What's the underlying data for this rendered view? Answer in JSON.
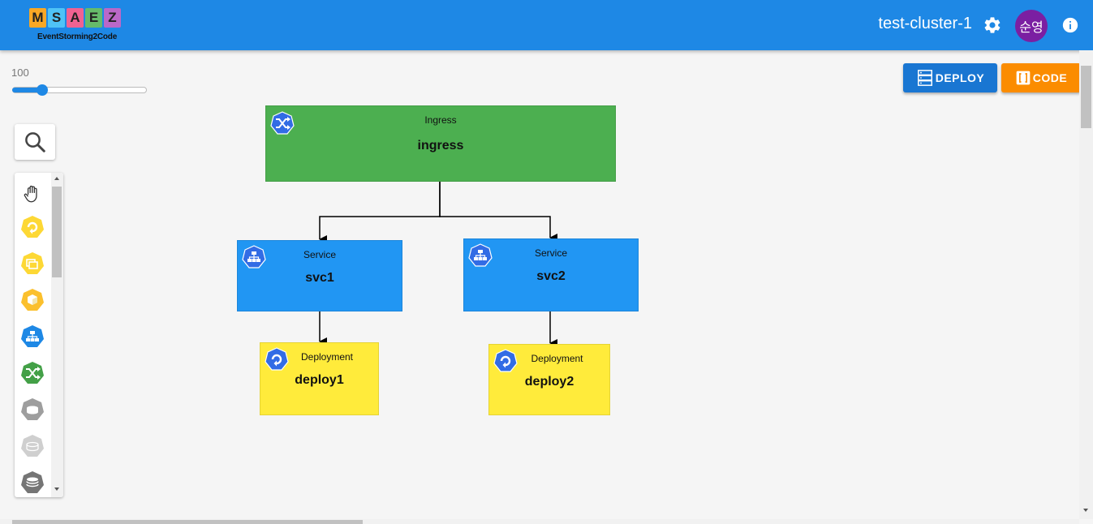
{
  "header": {
    "logo_letters": [
      "M",
      "S",
      "A",
      "E",
      "Z"
    ],
    "logo_colors": [
      "#f9a825",
      "#4fc3f7",
      "#f06292",
      "#66bb6a",
      "#ba68c8"
    ],
    "logo_subtitle": "EventStorming2Code",
    "cluster_name": "test-cluster-1",
    "avatar_text": "순영"
  },
  "zoom": {
    "label": "100",
    "value": 0.2
  },
  "toolbar": {
    "deploy_label": "DEPLOY",
    "code_label": "CODE"
  },
  "palette": {
    "items": [
      {
        "name": "hand-tool",
        "color": "#333333"
      },
      {
        "name": "deployment",
        "color": "#fdd835"
      },
      {
        "name": "replicaset",
        "color": "#fdd835"
      },
      {
        "name": "pod",
        "color": "#fbc02d"
      },
      {
        "name": "service",
        "color": "#1e88e5"
      },
      {
        "name": "ingress",
        "color": "#43a047"
      },
      {
        "name": "persistent-volume",
        "color": "#9e9e9e"
      },
      {
        "name": "persistent-volume-claim",
        "color": "#bdbdbd"
      },
      {
        "name": "storage-class",
        "color": "#757575"
      }
    ]
  },
  "diagram": {
    "nodes": {
      "ingress": {
        "kind": "Ingress",
        "name": "ingress",
        "color": "#4caf50"
      },
      "svc1": {
        "kind": "Service",
        "name": "svc1",
        "color": "#2196f3"
      },
      "svc2": {
        "kind": "Service",
        "name": "svc2",
        "color": "#2196f3"
      },
      "deploy1": {
        "kind": "Deployment",
        "name": "deploy1",
        "color": "#ffeb3b"
      },
      "deploy2": {
        "kind": "Deployment",
        "name": "deploy2",
        "color": "#ffeb3b"
      }
    }
  }
}
